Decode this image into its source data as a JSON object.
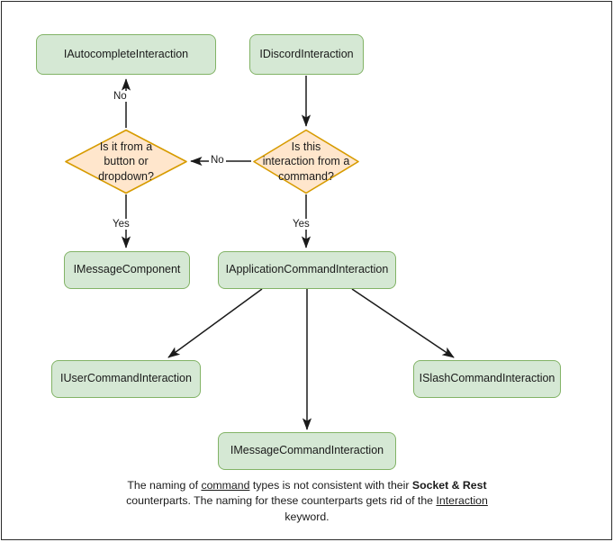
{
  "diagram": {
    "title": "Discord Interaction type hierarchy flowchart",
    "colors": {
      "box_fill": "#d5e8d4",
      "box_stroke": "#82b366",
      "diamond_fill": "#ffe6cc",
      "diamond_stroke": "#d79b00",
      "edge": "#1a1a1a",
      "frame": "#2b2b2b",
      "background": "#ffffff"
    },
    "nodes": [
      {
        "id": "autocomplete",
        "shape": "box",
        "label": "IAutocompleteInteraction"
      },
      {
        "id": "discord",
        "shape": "box",
        "label": "IDiscordInteraction"
      },
      {
        "id": "button_or_dropdown",
        "shape": "diamond",
        "label": "Is it from a\nbutton or\ndropdown?"
      },
      {
        "id": "from_command",
        "shape": "diamond",
        "label": "Is this\ninteraction from a\ncommand?"
      },
      {
        "id": "message_component",
        "shape": "box",
        "label": "IMessageComponent"
      },
      {
        "id": "application_command",
        "shape": "box",
        "label": "IApplicationCommandInteraction"
      },
      {
        "id": "user_command",
        "shape": "box",
        "label": "IUserCommandInteraction"
      },
      {
        "id": "slash_command",
        "shape": "box",
        "label": "ISlashCommandInteraction"
      },
      {
        "id": "message_command",
        "shape": "box",
        "label": "IMessageCommandInteraction"
      }
    ],
    "edges": [
      {
        "from": "discord",
        "to": "from_command",
        "label": ""
      },
      {
        "from": "from_command",
        "to": "button_or_dropdown",
        "label": "No"
      },
      {
        "from": "button_or_dropdown",
        "to": "autocomplete",
        "label": "No"
      },
      {
        "from": "button_or_dropdown",
        "to": "message_component",
        "label": "Yes"
      },
      {
        "from": "from_command",
        "to": "application_command",
        "label": "Yes"
      },
      {
        "from": "application_command",
        "to": "user_command",
        "label": ""
      },
      {
        "from": "application_command",
        "to": "message_command",
        "label": ""
      },
      {
        "from": "application_command",
        "to": "slash_command",
        "label": ""
      }
    ],
    "edge_labels": {
      "no_up": "No",
      "no_left": "No",
      "yes_left": "Yes",
      "yes_right": "Yes"
    },
    "caption": {
      "line1_pre": "The naming of ",
      "line1_underlined": "command",
      "line1_post": " types is not consistent with their",
      "line2_bold": "Socket & Rest",
      "line2_post": " counterparts. The naming for these",
      "line3_pre": "counterparts gets rid of the ",
      "line3_underlined": "Interaction",
      "line3_post": " keyword."
    }
  }
}
